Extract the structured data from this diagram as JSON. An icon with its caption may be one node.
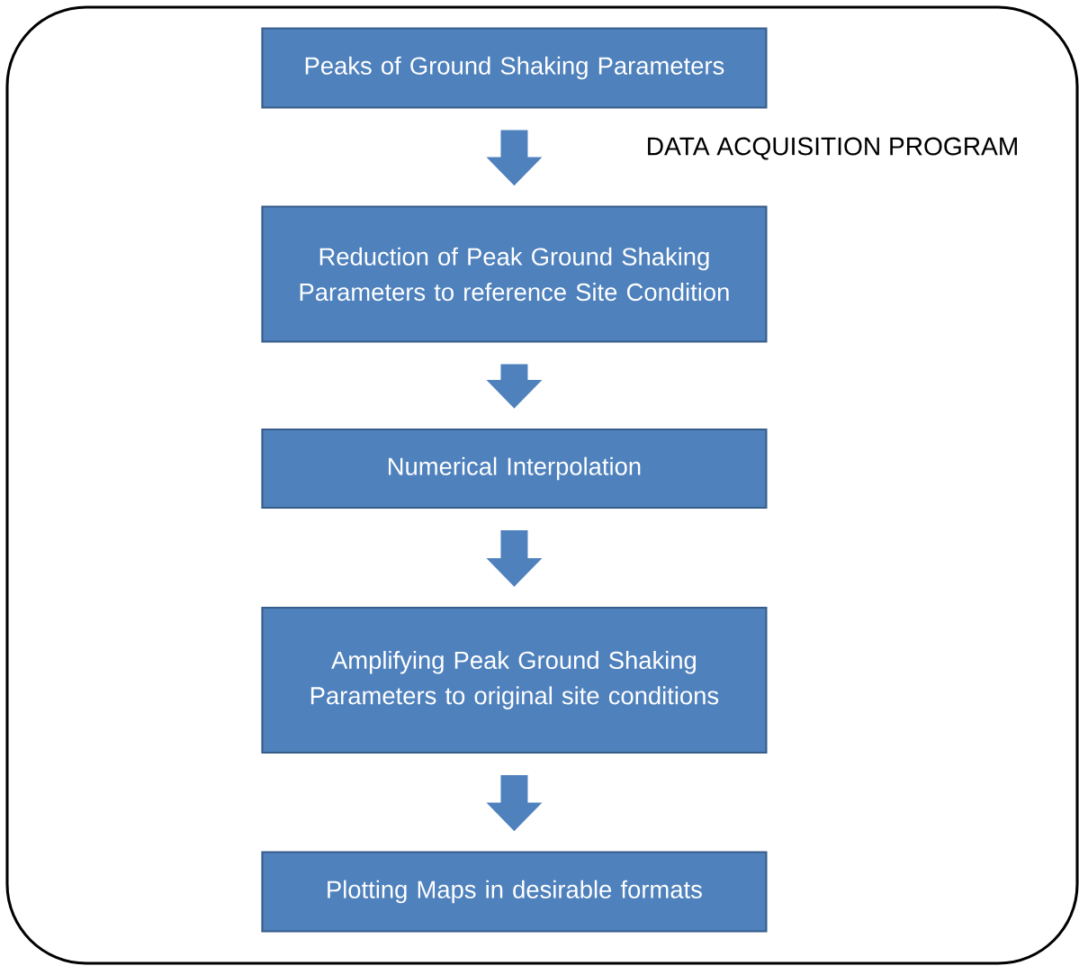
{
  "diagram": {
    "nodes": [
      {
        "text": [
          "DATA ACQUISITION PROGRAM"
        ]
      },
      {
        "text": [
          "Peaks of Ground Shaking Parameters"
        ],
        "in": 0
      },
      {
        "text": [
          "Reduction of Peak Ground Shaking Parameters to reference Site Condition"
        ],
        "in": 0
      },
      {
        "text": [
          "Numerical Interpolation"
        ],
        "in": 0
      },
      {
        "text": [
          "Amplifying Peak Ground Shaking Parameters to original site conditions"
        ],
        "in": 0
      },
      {
        "text": [
          "Plotting Maps in desirable formats"
        ],
        "in": 0
      }
    ],
    "edges": [
      {
        "from": 1,
        "to": 2,
        "arrow": "to"
      },
      {
        "from": 2,
        "to": 3,
        "arrow": "to"
      },
      {
        "from": 3,
        "to": 4,
        "arrow": "to"
      },
      {
        "from": 4,
        "to": 5,
        "arrow": "to"
      }
    ]
  }
}
